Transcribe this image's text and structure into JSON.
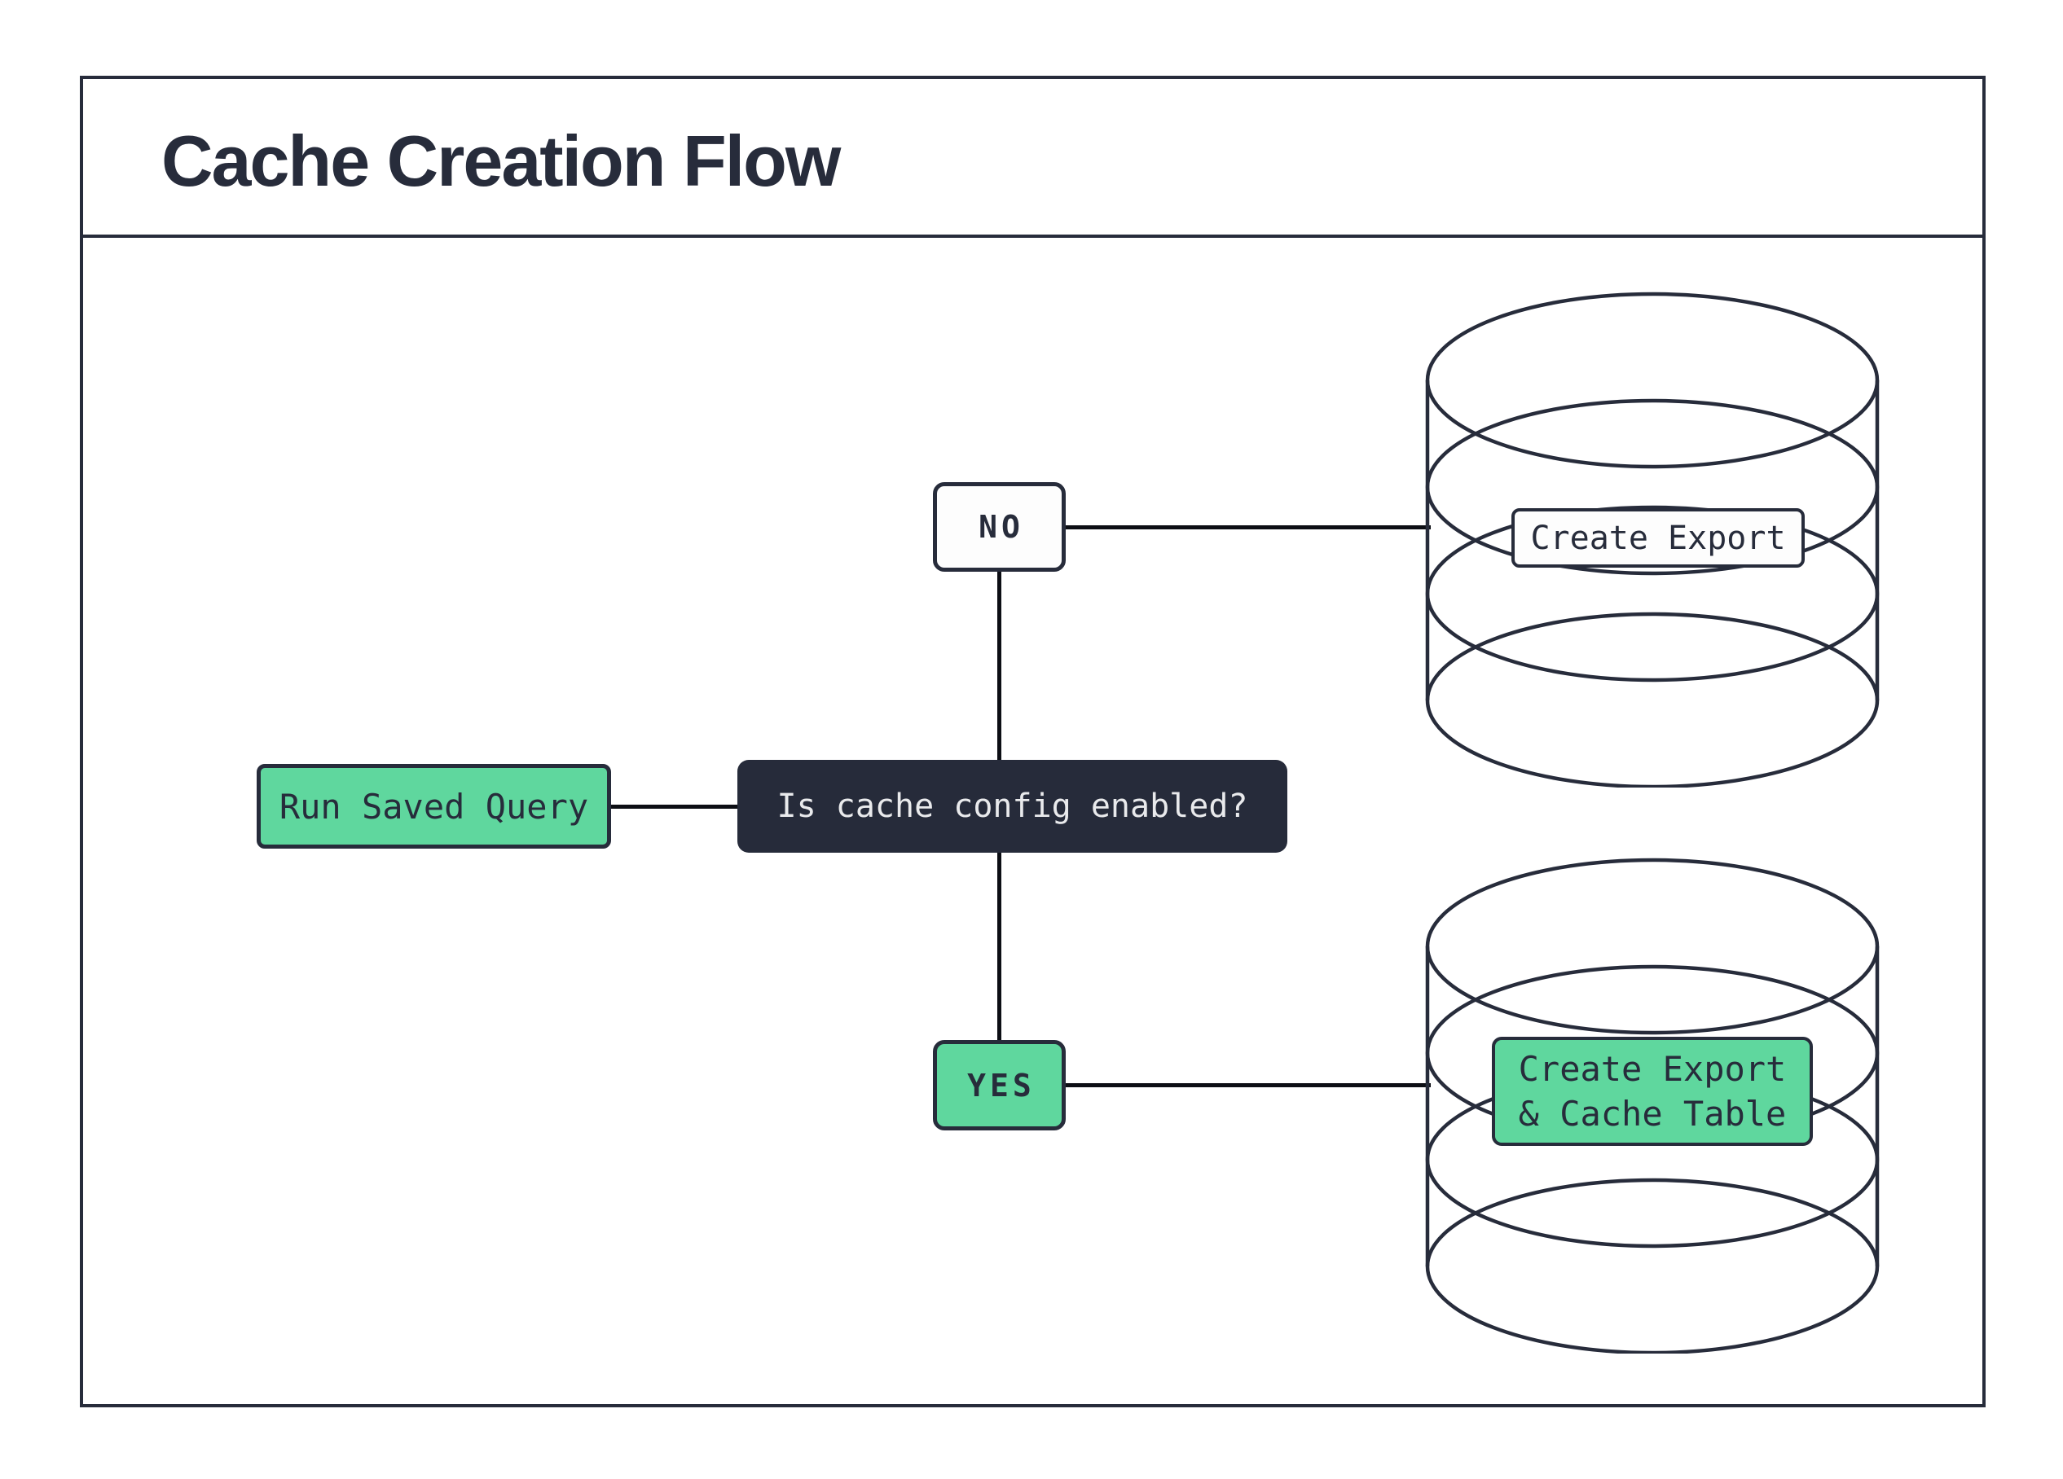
{
  "header": {
    "title": "Cache Creation Flow"
  },
  "flow": {
    "start": {
      "label": "Run Saved Query"
    },
    "decision": {
      "label": "Is cache config enabled?"
    },
    "branch_no": {
      "label": "NO"
    },
    "branch_yes": {
      "label": "YES"
    },
    "db_no": {
      "label": "Create Export"
    },
    "db_yes": {
      "label_line1": "Create Export",
      "label_line2": "& Cache Table"
    }
  },
  "icons": {
    "db_no": "database-icon",
    "db_yes": "database-icon"
  },
  "colors": {
    "ink": "#272c3b",
    "accent_green": "#5fd79e",
    "decision_bg": "#262b3a",
    "decision_text": "#e9eaec",
    "connector": "#0c0e14",
    "background": "#ffffff"
  }
}
